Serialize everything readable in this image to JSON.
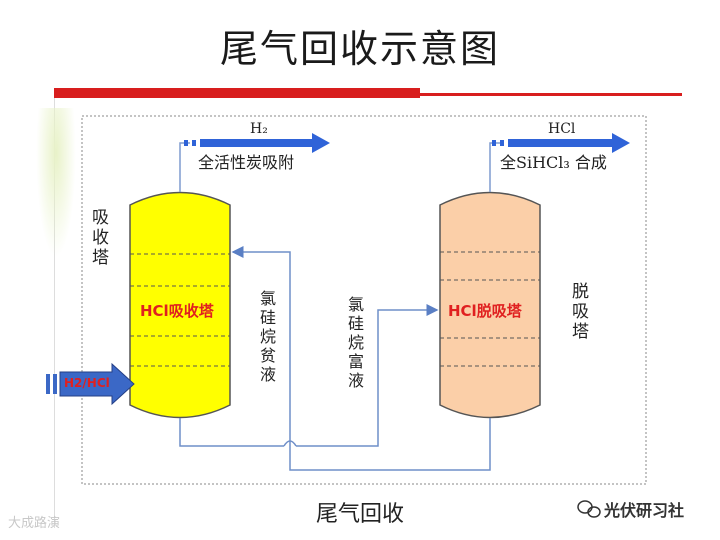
{
  "title": "尾气回收示意图",
  "footer": "尾气回收",
  "left_tower": {
    "side_label": "吸收塔",
    "inner_label": "HCl吸收塔",
    "fill_color": "#ffff00"
  },
  "right_tower": {
    "side_label": "脱吸塔",
    "inner_label": "HCl脱吸塔",
    "fill_color": "#fbcfa8"
  },
  "inlet": {
    "label": "H2/HCl",
    "color": "#3b68c6"
  },
  "outputs": {
    "h2_gas": "H₂",
    "h2_dest": "全活性炭吸附",
    "hcl_gas": "HCl",
    "hcl_dest": "全SiHCl₃ 合成"
  },
  "streams": {
    "lean_liquid": "氯硅烷贫液",
    "rich_liquid": "氯硅烷富液"
  },
  "watermarks": {
    "left": "大成路演",
    "right": "光伏研习社"
  },
  "colors": {
    "accent_red": "#d81e1e",
    "pipe_blue": "#6f8fc9",
    "arrow_blue": "#2f63d8"
  }
}
